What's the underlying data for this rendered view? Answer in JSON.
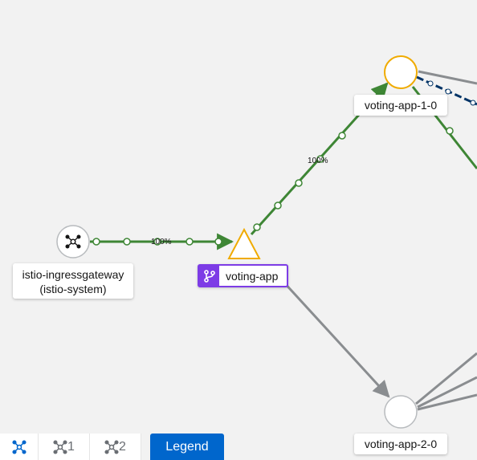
{
  "nodes": {
    "gateway": {
      "line1": "istio-ingressgateway",
      "line2": "(istio-system)",
      "icon": "service-mesh-node-icon"
    },
    "voting_app": {
      "label": "voting-app",
      "icon": "code-branch-icon"
    },
    "app_v10": {
      "label": "voting-app-1-0"
    },
    "app_v20": {
      "label": "voting-app-2-0"
    }
  },
  "edges": {
    "gateway_to_app": "100%",
    "app_to_v10": "100%"
  },
  "toolbar": {
    "ns1_count": "1",
    "ns2_count": "2",
    "legend_label": "Legend"
  },
  "colors": {
    "healthy_edge": "#3e8635",
    "idle_edge": "#8a8d90",
    "tcp_edge": "#003366",
    "node_warning": "#f0ab00",
    "app_badge": "#7d3ce6",
    "legend_button": "#0066cc"
  }
}
